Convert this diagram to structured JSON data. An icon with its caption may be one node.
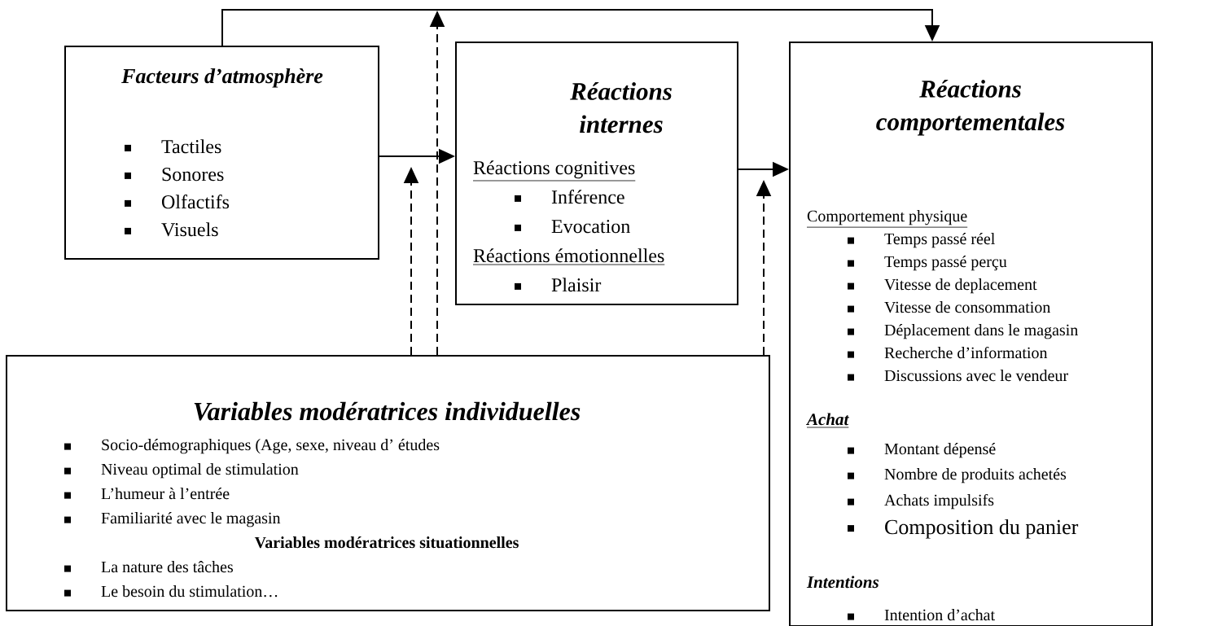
{
  "diagram": {
    "nodes": [
      {
        "text": [
          "Facteurs d’atmosphère",
          "Tactiles",
          "Sonores",
          "Olfactifs",
          "Visuels"
        ]
      },
      {
        "text": [
          "Réactions internes",
          "Réactions cognitives",
          "Inférence",
          "Evocation",
          "Réactions émotionnelles",
          "Plaisir"
        ]
      },
      {
        "text": [
          "Réactions comportementales",
          "Comportement physique",
          "Temps passé réel",
          "Temps passé perçu",
          "Vitesse de deplacement",
          "Vitesse de consommation",
          "Déplacement dans le magasin",
          "Recherche d’information",
          "Discussions avec le vendeur",
          "Achat",
          "Montant dépensé",
          "Nombre de produits achetés",
          "Achats impulsifs",
          "Composition du panier",
          "Intentions",
          "Intention d’achat"
        ]
      },
      {
        "text": [
          "Variables modératrices individuelles",
          "Socio-démographiques (Age, sexe, niveau d’ études",
          "Niveau optimal de stimulation",
          "L’humeur à l’entrée",
          "Familiarité avec le magasin",
          "Variables modératrices situationnelles",
          "La nature des tâches",
          "Le besoin du stimulation…"
        ]
      }
    ],
    "edges": [
      {
        "from": 0,
        "to": 1,
        "arrow": "to"
      },
      {
        "from": 1,
        "to": 2,
        "arrow": "to"
      },
      {
        "from": 0,
        "to": 2,
        "arrow": "to"
      },
      {
        "from": 3,
        "to": null,
        "arrow": "to",
        "style": "dashed"
      },
      {
        "from": 3,
        "to": null,
        "arrow": "to",
        "style": "dashed"
      },
      {
        "from": 3,
        "to": null,
        "arrow": "to",
        "style": "dashed"
      }
    ]
  }
}
